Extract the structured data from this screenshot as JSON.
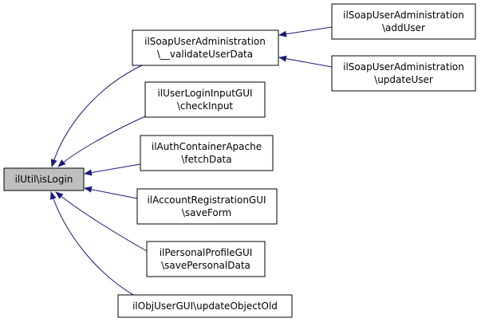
{
  "colors": {
    "edge": "#1a1a7a",
    "root_fill": "#bfbfbf",
    "node_fill": "#ffffff",
    "border": "#000000"
  },
  "nodes": {
    "root": {
      "line1": "ilUtil\\isLogin"
    },
    "validate_user_data": {
      "line1": "ilSoapUserAdministration",
      "line2": "\\__validateUserData"
    },
    "add_user": {
      "line1": "ilSoapUserAdministration",
      "line2": "\\addUser"
    },
    "update_user": {
      "line1": "ilSoapUserAdministration",
      "line2": "\\updateUser"
    },
    "check_input": {
      "line1": "ilUserLoginInputGUI",
      "line2": "\\checkInput"
    },
    "fetch_data": {
      "line1": "ilAuthContainerApache",
      "line2": "\\fetchData"
    },
    "save_form": {
      "line1": "ilAccountRegistrationGUI",
      "line2": "\\saveForm"
    },
    "save_personal_data": {
      "line1": "ilPersonalProfileGUI",
      "line2": "\\savePersonalData"
    },
    "update_object_old": {
      "line1": "ilObjUserGUI\\updateObjectOld"
    }
  }
}
